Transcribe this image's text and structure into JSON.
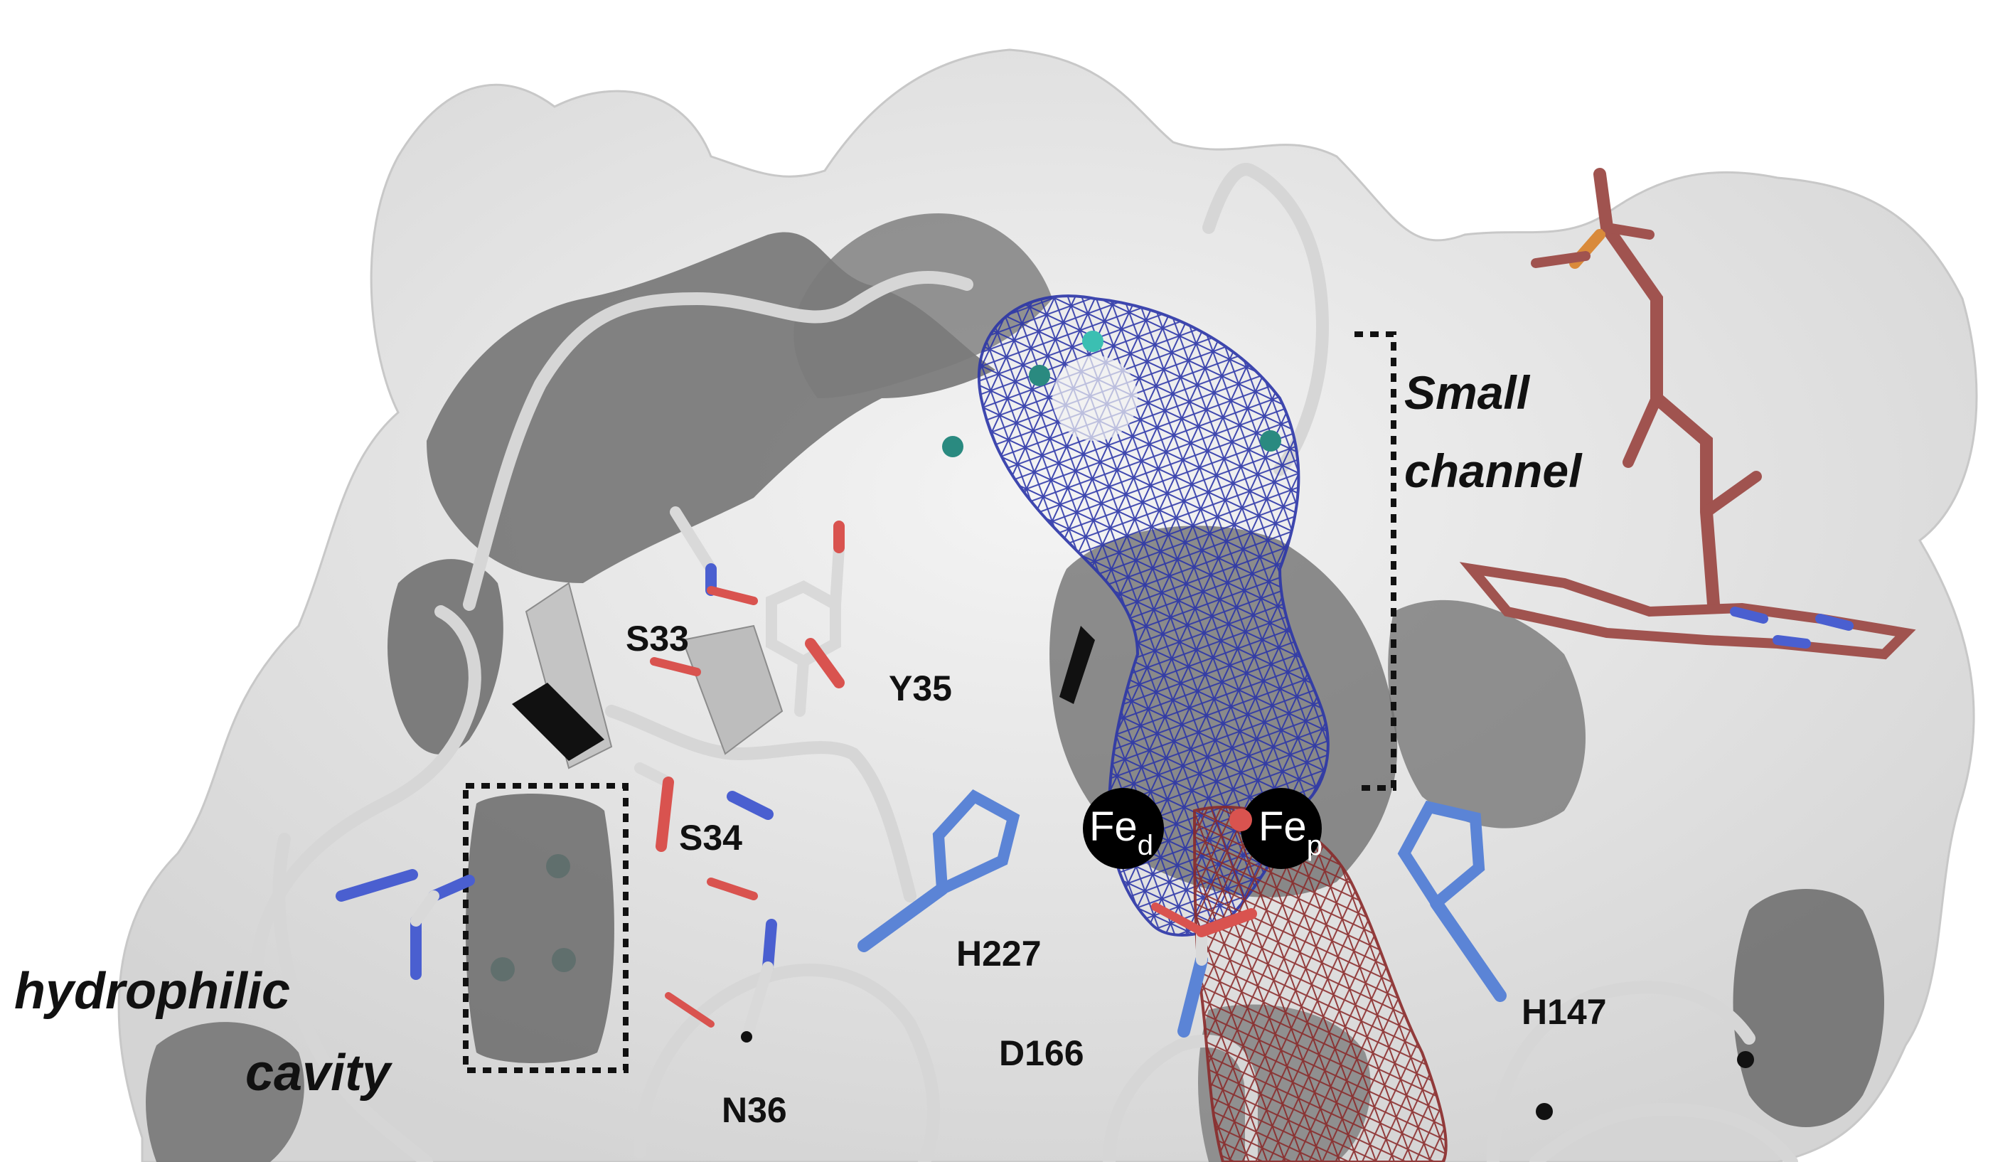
{
  "labels": {
    "small_channel_line1": "Small",
    "small_channel_line2": "channel",
    "hydrophilic_line1": "hydrophilic",
    "hydrophilic_line2": "cavity",
    "residues": {
      "s33": "S33",
      "y35": "Y35",
      "s34": "S34",
      "h227": "H227",
      "d166": "D166",
      "n36": "N36",
      "h147": "H147"
    },
    "fe_d": {
      "symbol": "Fe",
      "subscript": "d"
    },
    "fe_p": {
      "symbol": "Fe",
      "subscript": "p"
    }
  },
  "colors": {
    "surface": "#e6e6e6",
    "surface_shadow": "#7a7a7a",
    "cartoon": "#dcdcdc",
    "carbon": "#d9d9d9",
    "oxygen": "#d9534f",
    "nitrogen": "#4a5fd0",
    "histidine": "#5b84d6",
    "heme": "#a0534f",
    "phosphate": "#d98a3a",
    "blue_mesh": "#2b35a8",
    "red_mesh": "#8a2a2a",
    "water": "#2a8a80",
    "iron": "#000000"
  }
}
